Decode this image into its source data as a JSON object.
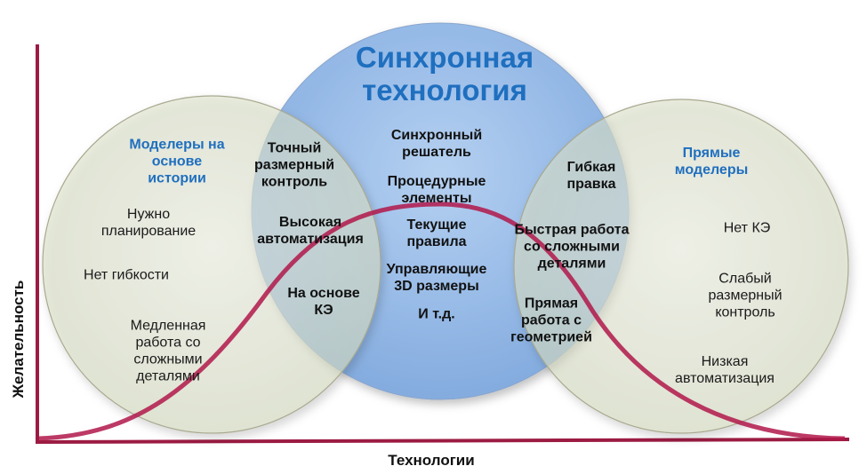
{
  "axes": {
    "x_label": "Технологии",
    "y_label": "Желательность"
  },
  "colors": {
    "heading": "#1f6fbf",
    "center_circle": "#8ab4e6",
    "side_circles": "#dde3c8",
    "curve": "#b0184a",
    "axis": "#9c1b43"
  },
  "center": {
    "title_line1": "Синхронная",
    "title_line2": "технология",
    "items": [
      "Синхронный\nрешатель",
      "Процедурные\nэлементы",
      "Текущие\nправила",
      "Управляющие\n3D размеры",
      "И т.д."
    ]
  },
  "left": {
    "title": "Моделеры на\nоснове\nистории",
    "items": [
      "Нужно\nпланирование",
      "Нет гибкости",
      "Медленная\nработа со\nсложными\nдеталями"
    ]
  },
  "left_overlap": {
    "items": [
      "Точный\nразмерный\nконтроль",
      "Высокая\nавтоматизация",
      "На основе\nКЭ"
    ]
  },
  "right": {
    "title": "Прямые\nмоделеры",
    "items": [
      "Нет КЭ",
      "Слабый\nразмерный\nконтроль",
      "Низкая\nавтоматизация"
    ]
  },
  "right_overlap": {
    "items": [
      "Гибкая\nправка",
      "Быстрая работа\nсо сложными\nдеталями",
      "Прямая\nработа с\nгеометрией"
    ]
  }
}
